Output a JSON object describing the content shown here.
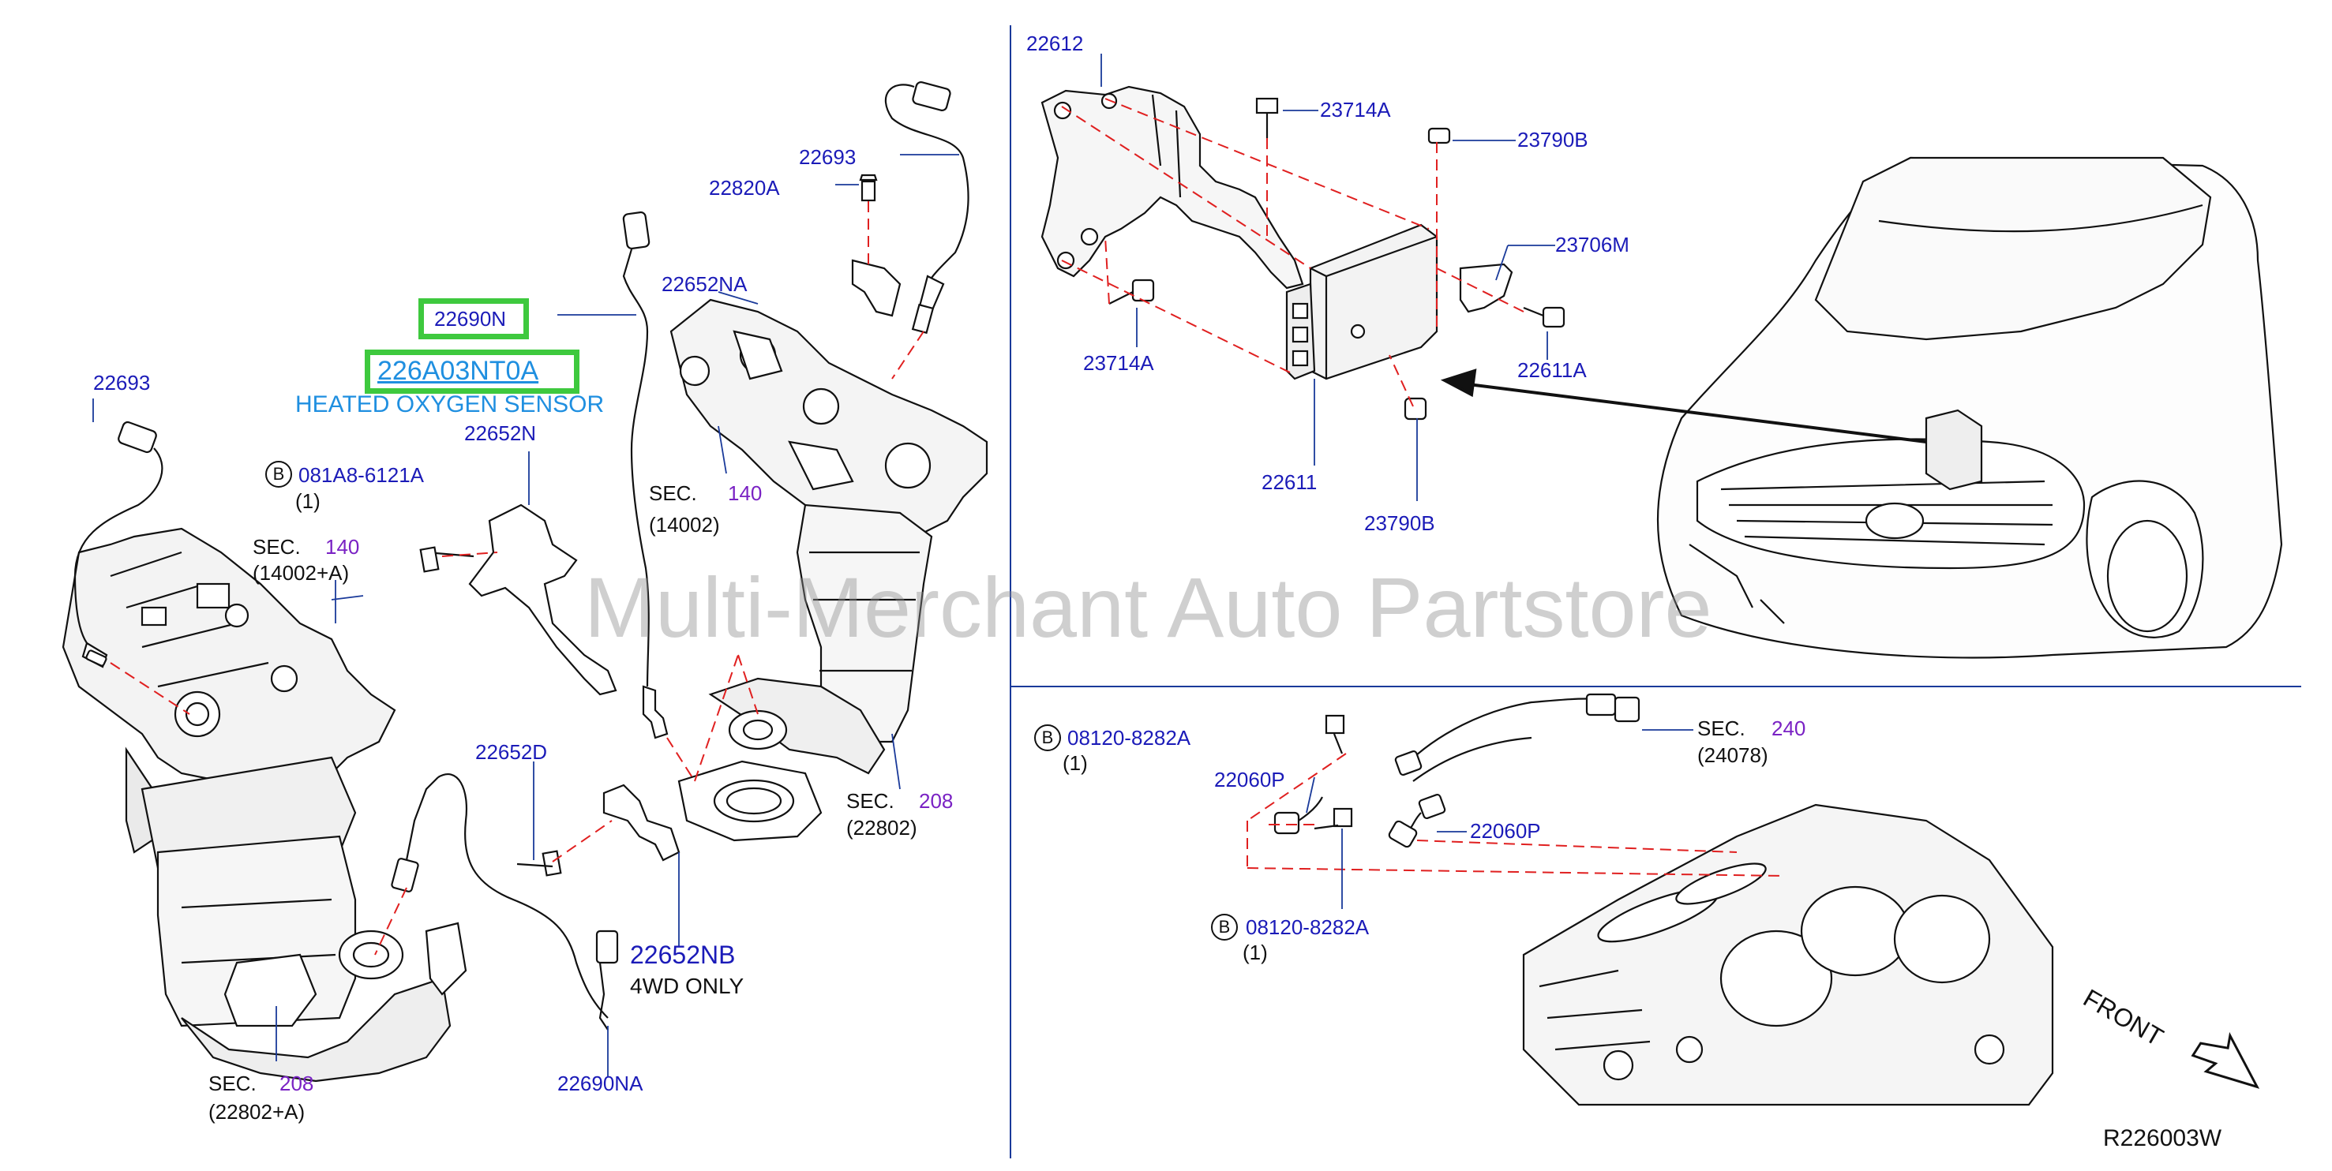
{
  "labels": {
    "p22612": "22612",
    "p23714A_top": "23714A",
    "p23790B_top": "23790B",
    "p23706M": "23706M",
    "p22611A": "22611A",
    "p23714A_bottom": "23714A",
    "p22611": "22611",
    "p23790B_bottom": "23790B",
    "p22693_right": "22693",
    "p22820A": "22820A",
    "p22652NA": "22652NA",
    "p22690N": "22690N",
    "p226A03NT0A": "226A03NT0A",
    "heated_oxygen_sensor": "HEATED OXYGEN SENSOR",
    "p22652N": "22652N",
    "p22693_left": "22693",
    "b_circle": "B",
    "p081A8_6121A": "081A8-6121A",
    "qty_081A8": "(1)",
    "sec_text": "SEC.",
    "sec140_left_num": "140",
    "sec140_left_sub": "(14002+A)",
    "sec140_right_num": "140",
    "sec140_right_sub": "(14002)",
    "p22652D": "22652D",
    "sec208_right_num": "208",
    "sec208_right_sub": "(22802)",
    "p22652NB": "22652NB",
    "fourwd_only": "4WD   ONLY",
    "p22690NA": "22690NA",
    "sec208_left_num": "208",
    "sec208_left_sub": "(22802+A)",
    "p08120_8282A_top": "08120-8282A",
    "qty_08120_top": "(1)",
    "p22060P_left": "22060P",
    "p22060P_right": "22060P",
    "p08120_8282A_bottom": "08120-8282A",
    "qty_08120_bottom": "(1)",
    "sec240_num": "240",
    "sec240_sub": "(24078)",
    "front": "FRONT",
    "diagram_code": "R226003W"
  },
  "watermark": "Multi-Merchant Auto Partstore",
  "colors": {
    "part_number": "#1b1bb8",
    "section_number": "#7a22c4",
    "highlight_border": "#3ec93e",
    "highlight_text": "#1f8fe0",
    "leader_line": "#e02020",
    "outline": "#111111"
  }
}
